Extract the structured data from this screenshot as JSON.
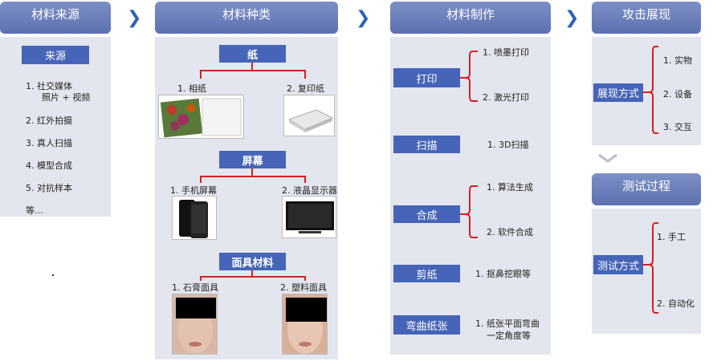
{
  "columns": {
    "source": {
      "title": "材料来源",
      "box": "来源",
      "items": [
        "1.  社交媒体",
        "照片 + 视频",
        "2.  红外拍摄",
        "3.  真人扫描",
        "4.  模型合成",
        "5.  对抗样本",
        "等..."
      ]
    },
    "types": {
      "title": "材料种类",
      "paper": {
        "box": "纸",
        "left": "1.  相纸",
        "right": "2. 复印纸"
      },
      "screen": {
        "box": "屏幕",
        "left": "1.  手机屏幕",
        "right": "2. 液晶显示器"
      },
      "mask": {
        "box": "面具材料",
        "left": "1.  石膏面具",
        "right": "2.  塑料面具"
      }
    },
    "making": {
      "title": "材料制作",
      "print": {
        "box": "打印",
        "a": "1.  喷墨打印",
        "b": "2.  激光打印"
      },
      "scan": {
        "box": "扫描",
        "a": "1.  3D扫描"
      },
      "synth": {
        "box": "合成",
        "a": "1.  算法生成",
        "b": "2.  软件合成"
      },
      "cut": {
        "box": "剪纸",
        "a": "1.  抠鼻挖眼等"
      },
      "bend": {
        "box": "弯曲纸张",
        "a": "1.  纸张平面弯曲",
        "b": "一定角度等"
      }
    },
    "attack": {
      "title": "攻击展现",
      "box": "展现方式",
      "items": [
        "1.  实物",
        "2.  设备",
        "3.  交互"
      ]
    },
    "test": {
      "title": "测试过程",
      "box": "测试方式",
      "items": [
        "1.  手工",
        "2.  自动化"
      ]
    }
  },
  "colors": {
    "header": "#6a7dbd",
    "box": "#4665b8",
    "panel": "#e3e6ee",
    "bracket": "#d62020",
    "chevron": "#2b62b8"
  },
  "icons": [
    "chevron-right-icon",
    "chevron-down-icon"
  ]
}
